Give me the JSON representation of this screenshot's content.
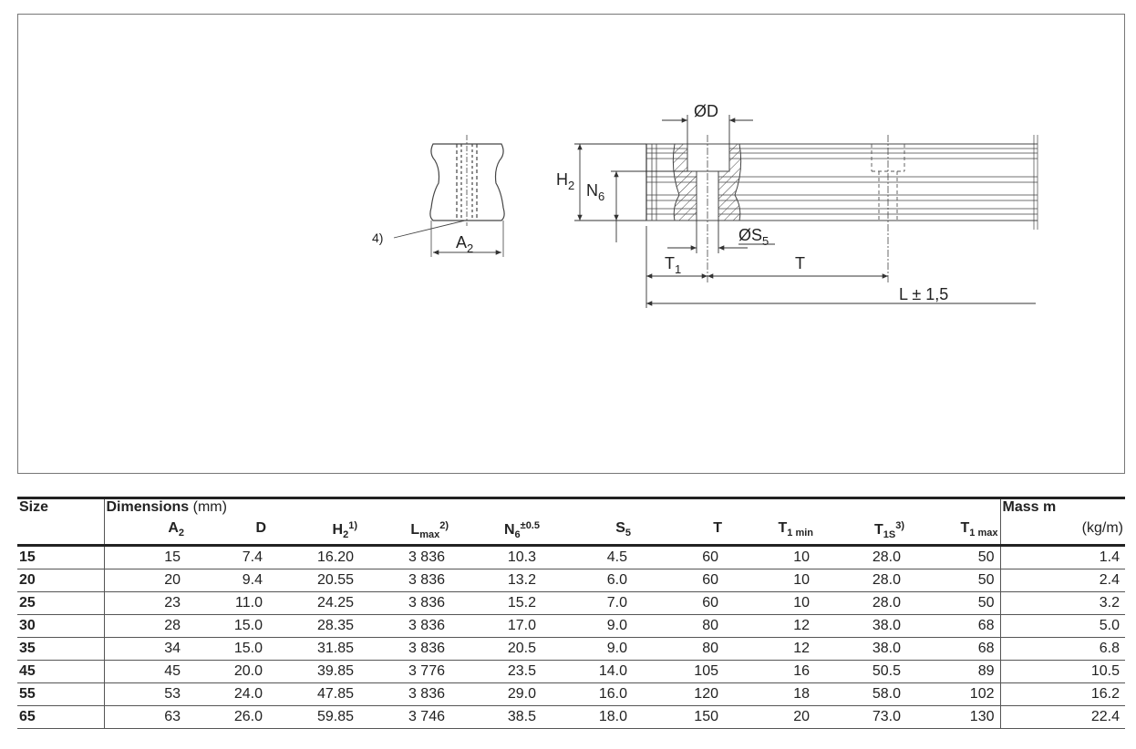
{
  "drawing": {
    "labels": {
      "od": "ØD",
      "h2": "H",
      "h2_sub": "2",
      "n6": "N",
      "n6_sub": "6",
      "os5": "ØS",
      "os5_sub": "5",
      "t1": "T",
      "t1_sub": "1",
      "t": "T",
      "l": "L ± 1,5",
      "a2": "A",
      "a2_sub": "2",
      "note4": "4)"
    }
  },
  "table": {
    "size_header": "Size",
    "dimensions_header": "Dimensions",
    "dimensions_unit": "(mm)",
    "mass_header": "Mass m",
    "mass_unit": "(kg/m)",
    "columns": [
      {
        "main": "A",
        "sub": "2",
        "sup": ""
      },
      {
        "main": "D",
        "sub": "",
        "sup": ""
      },
      {
        "main": "H",
        "sub": "2",
        "sup": "1)"
      },
      {
        "main": "L",
        "sub": "max",
        "sup": "2)"
      },
      {
        "main": "N",
        "sub": "6",
        "sup": "±0.5"
      },
      {
        "main": "S",
        "sub": "5",
        "sup": ""
      },
      {
        "main": "T",
        "sub": "",
        "sup": ""
      },
      {
        "main": "T",
        "sub": "1 min",
        "sup": ""
      },
      {
        "main": "T",
        "sub": "1S",
        "sup": "3)"
      },
      {
        "main": "T",
        "sub": "1 max",
        "sup": ""
      }
    ],
    "rows": [
      [
        "15",
        "15",
        "7.4",
        "16.20",
        "3 836",
        "10.3",
        "4.5",
        "60",
        "10",
        "28.0",
        "50",
        "1.4"
      ],
      [
        "20",
        "20",
        "9.4",
        "20.55",
        "3 836",
        "13.2",
        "6.0",
        "60",
        "10",
        "28.0",
        "50",
        "2.4"
      ],
      [
        "25",
        "23",
        "11.0",
        "24.25",
        "3 836",
        "15.2",
        "7.0",
        "60",
        "10",
        "28.0",
        "50",
        "3.2"
      ],
      [
        "30",
        "28",
        "15.0",
        "28.35",
        "3 836",
        "17.0",
        "9.0",
        "80",
        "12",
        "38.0",
        "68",
        "5.0"
      ],
      [
        "35",
        "34",
        "15.0",
        "31.85",
        "3 836",
        "20.5",
        "9.0",
        "80",
        "12",
        "38.0",
        "68",
        "6.8"
      ],
      [
        "45",
        "45",
        "20.0",
        "39.85",
        "3 776",
        "23.5",
        "14.0",
        "105",
        "16",
        "50.5",
        "89",
        "10.5"
      ],
      [
        "55",
        "53",
        "24.0",
        "47.85",
        "3 836",
        "29.0",
        "16.0",
        "120",
        "18",
        "58.0",
        "102",
        "16.2"
      ],
      [
        "65",
        "63",
        "26.0",
        "59.85",
        "3 746",
        "38.5",
        "18.0",
        "150",
        "20",
        "73.0",
        "130",
        "22.4"
      ]
    ]
  }
}
